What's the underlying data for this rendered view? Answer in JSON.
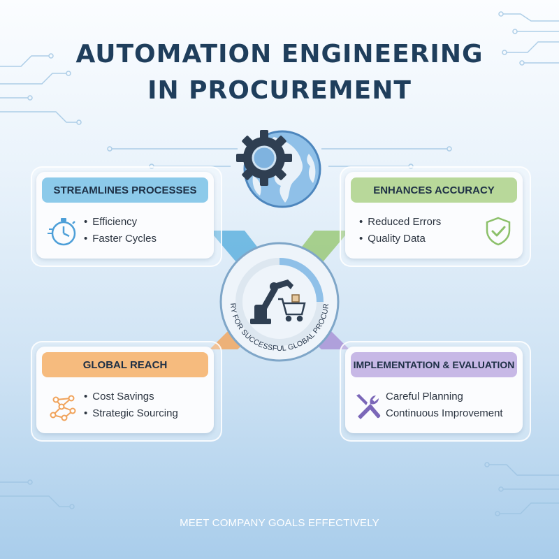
{
  "title": {
    "line1": "AUTOMATION ENGINEERING",
    "line2": "IN PROCUREMENT"
  },
  "hub": {
    "ring_text": "MASTERY FOR SUCCESSFUL GLOBAL PROCUREMENT"
  },
  "cards": [
    {
      "heading": "STREAMLINES PROCESSES",
      "items": [
        "Efficiency",
        "Faster Cycles"
      ],
      "icon": "stopwatch-icon",
      "color": "#8ccaea"
    },
    {
      "heading": "ENHANCES ACCURACY",
      "items": [
        "Reduced Errors",
        "Quality Data"
      ],
      "icon": "shield-check-icon",
      "color": "#b8d89a"
    },
    {
      "heading": "GLOBAL REACH",
      "items": [
        "Cost Savings",
        "Strategic Sourcing"
      ],
      "icon": "network-icon",
      "color": "#f6bb7e"
    },
    {
      "heading": "IMPLEMENTATION & EVALUATION",
      "items": [
        "Careful Planning",
        "Continuous Improvement"
      ],
      "icon": "tools-icon",
      "color": "#c7b8e6"
    }
  ],
  "footer": "MEET COMPANY GOALS EFFECTIVELY",
  "colors": {
    "title": "#1f3e5c",
    "blue": "#5fa8d8",
    "green": "#9bc97a",
    "orange": "#f2a861",
    "purple": "#a994d6"
  }
}
